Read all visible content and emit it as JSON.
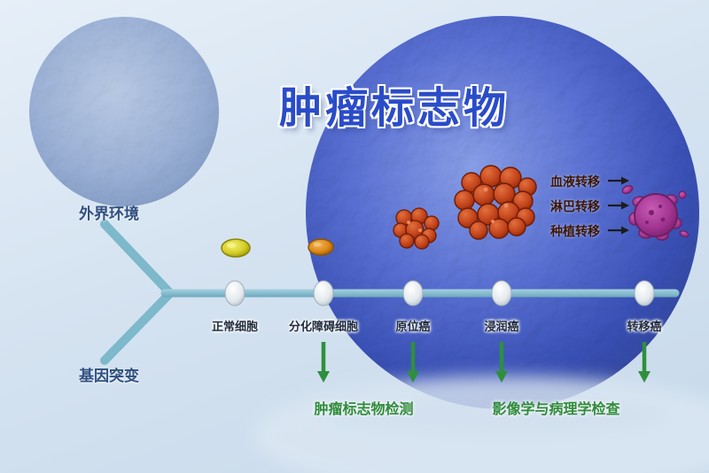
{
  "title": "肿瘤标志物",
  "branches": {
    "top": "外界环境",
    "bottom": "基因突变"
  },
  "stages": [
    {
      "label": "正常细胞"
    },
    {
      "label": "分化障碍细胞"
    },
    {
      "label": "原位癌"
    },
    {
      "label": "浸润癌"
    },
    {
      "label": "转移癌"
    }
  ],
  "metastasis_routes": [
    {
      "label": "血液转移"
    },
    {
      "label": "淋巴转移"
    },
    {
      "label": "种植转移"
    }
  ],
  "examinations": [
    {
      "label": "肿瘤标志物检测"
    },
    {
      "label": "影像学与病理学检查"
    }
  ],
  "colors": {
    "title_blue": "#2b4cc8",
    "timeline_teal": "#7db8cb",
    "detection_green": "#2e8b3a",
    "stage_text": "#222c3e",
    "metastasis_text": "#3a1606",
    "large_cell_blue": "#4a63cf",
    "tumor_red": "#c2431a",
    "metastatic_purple": "#a43694",
    "normal_cell_yellow": "#d6cf2a",
    "dysplasia_orange": "#dd8a1a"
  }
}
